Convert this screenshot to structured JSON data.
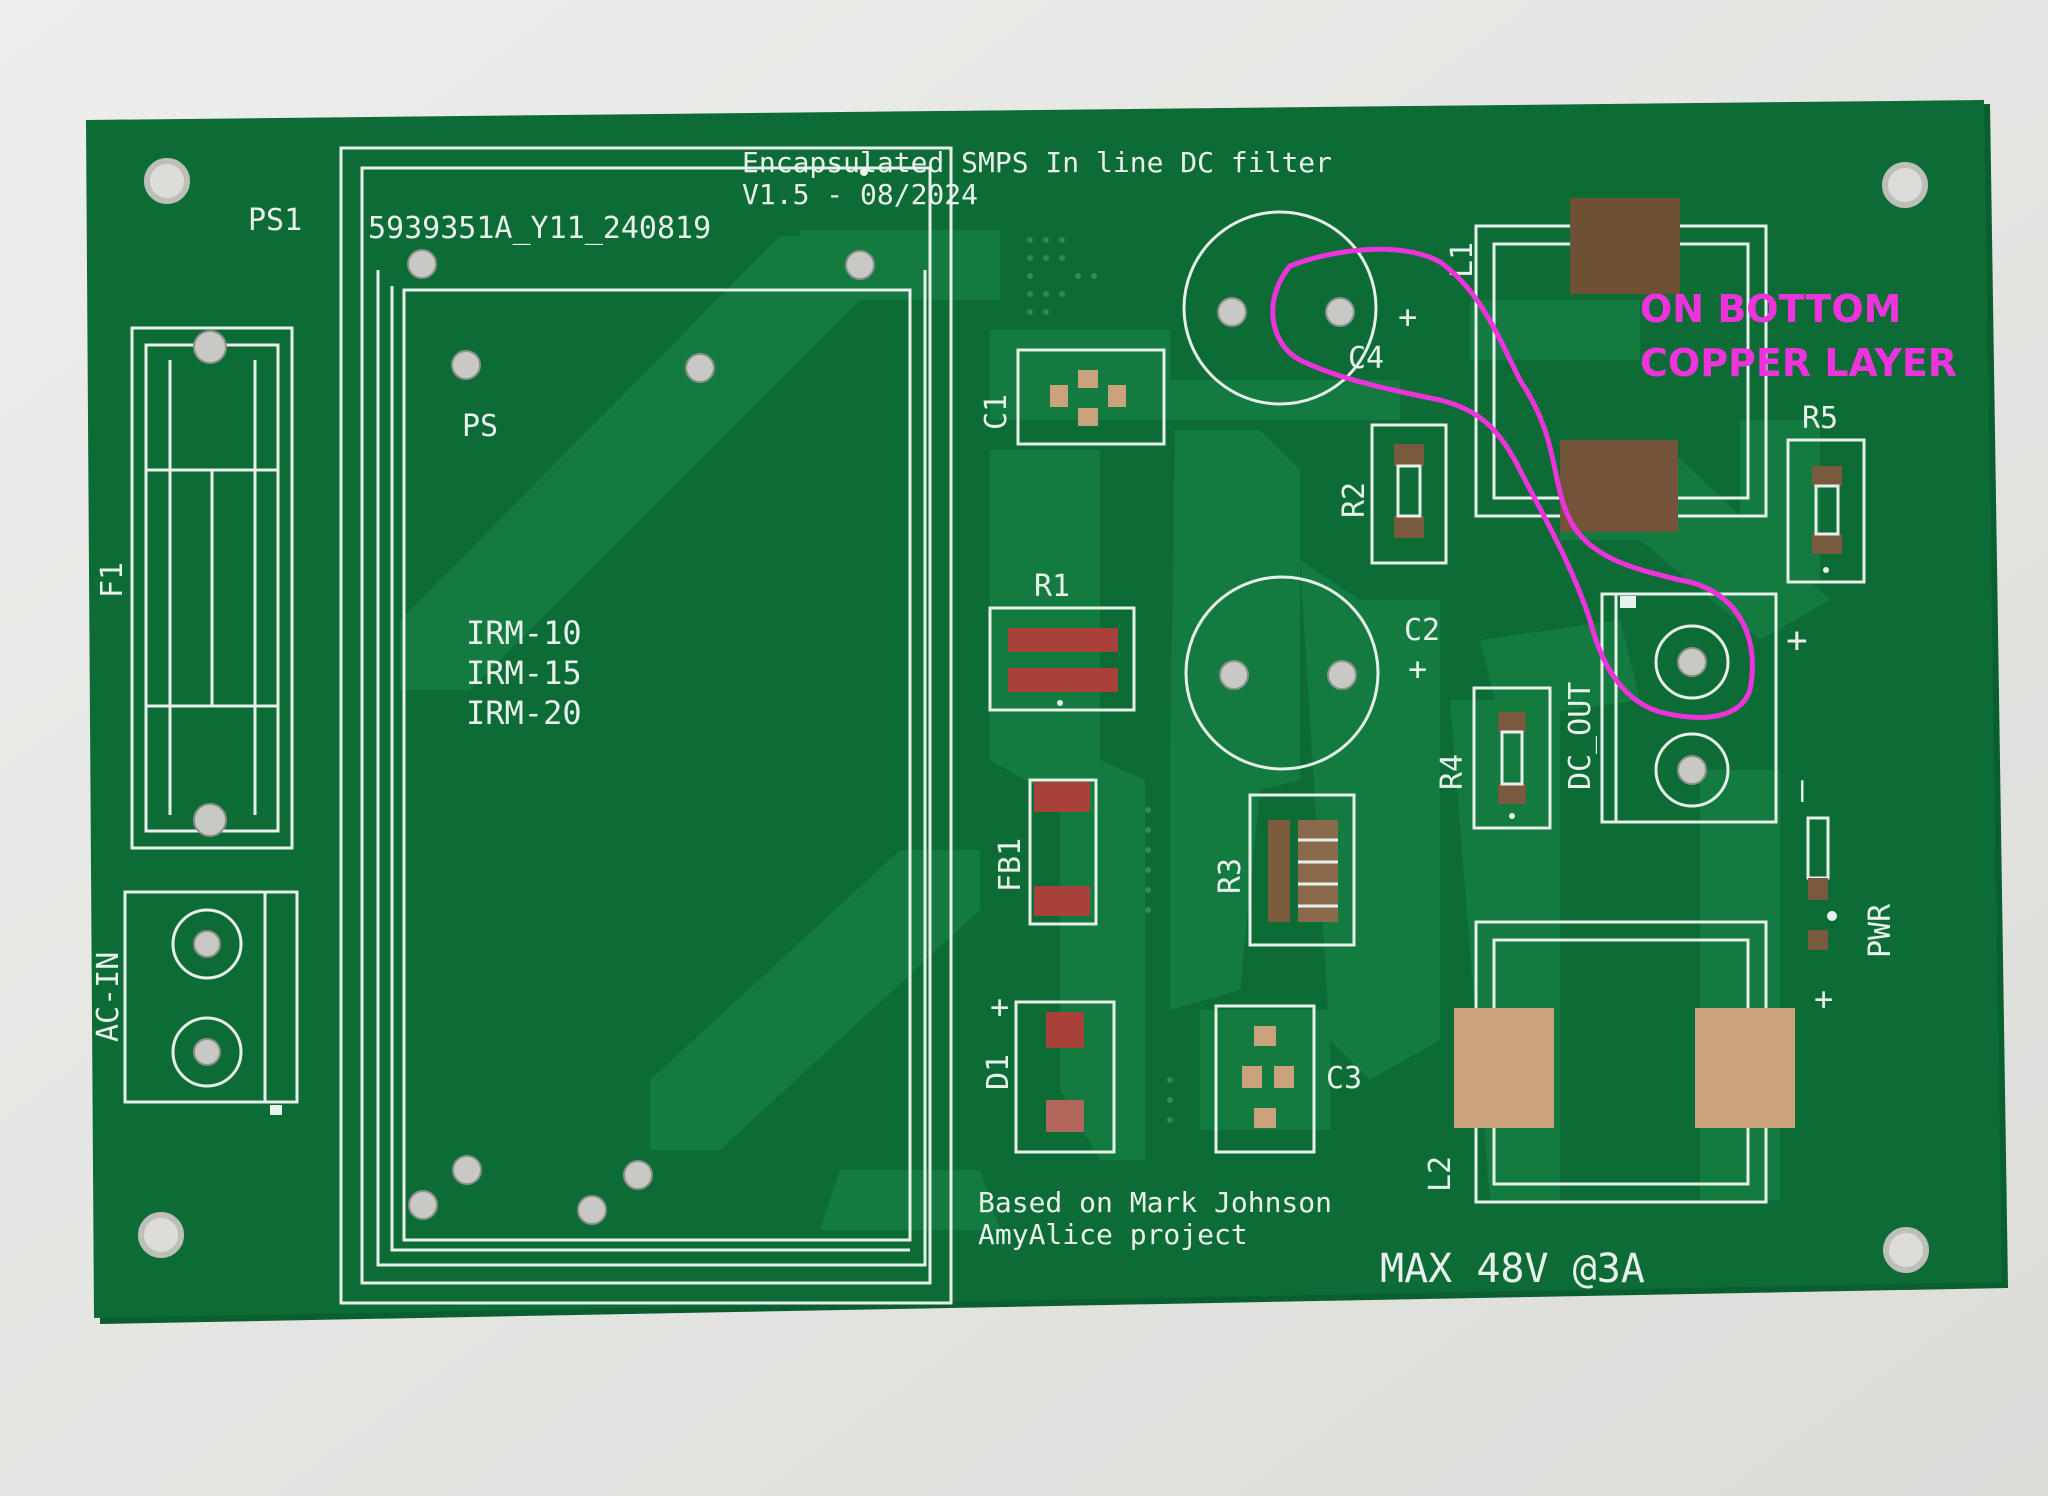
{
  "board": {
    "title_line1": "Encapsulated SMPS In line DC filter",
    "title_line2": "V1.5 - 08/2024",
    "credit_line1": "Based on Mark Johnson",
    "credit_line2": "AmyAlice project",
    "rating": "MAX 48V @3A"
  },
  "labels": {
    "ps1": "PS1",
    "part_number": "5939351A_Y11_240819",
    "ps": "PS",
    "irm10": "IRM-10",
    "irm15": "IRM-15",
    "irm20": "IRM-20",
    "f1": "F1",
    "ac_in": "AC-IN",
    "c1": "C1",
    "c2": "C2",
    "c3": "C3",
    "c4": "C4",
    "l1": "L1",
    "l2": "L2",
    "r1": "R1",
    "r2": "R2",
    "r3": "R3",
    "r4": "R4",
    "r5": "R5",
    "fb1": "FB1",
    "d1": "D1",
    "dc_out": "DC_OUT",
    "pwr": "PWR",
    "plus": "+",
    "minus": "–"
  },
  "annotation": {
    "line1": "ON BOTTOM",
    "line2": "COPPER LAYER",
    "color": "#ee33dd"
  },
  "colors": {
    "pcb": "#0d6b36",
    "silkscreen": "#e8f1ec",
    "background": "#e9e9e6"
  }
}
